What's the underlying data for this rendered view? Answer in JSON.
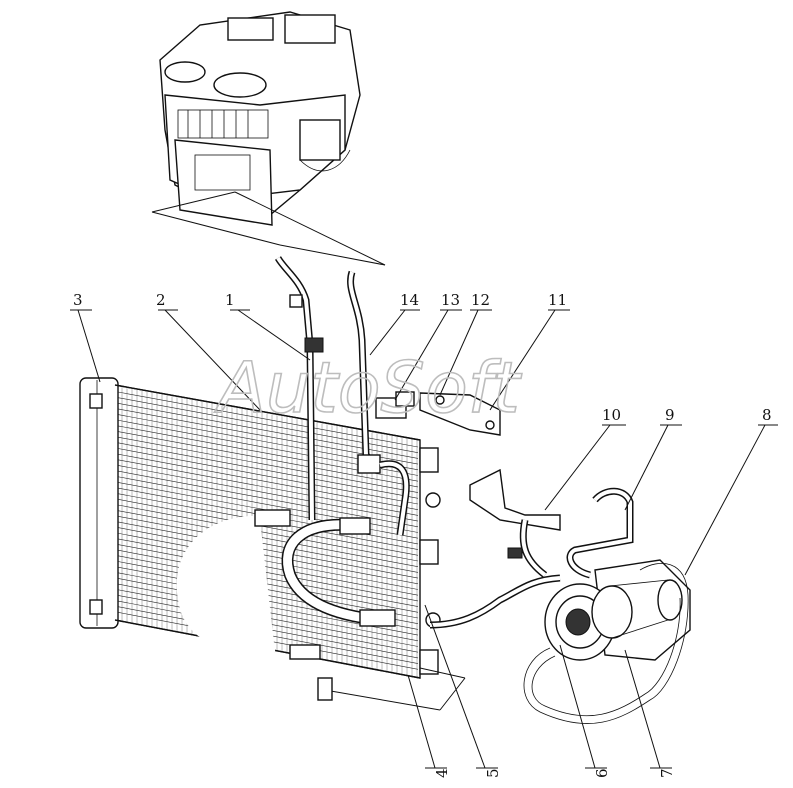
{
  "watermark": {
    "text": "AutoSoft"
  },
  "callouts": [
    {
      "id": "c1",
      "text": "1"
    },
    {
      "id": "c2",
      "text": "2"
    },
    {
      "id": "c3",
      "text": "3"
    },
    {
      "id": "c4",
      "text": "4"
    },
    {
      "id": "c5",
      "text": "5"
    },
    {
      "id": "c6",
      "text": "6"
    },
    {
      "id": "c7",
      "text": "7"
    },
    {
      "id": "c8",
      "text": "8"
    },
    {
      "id": "c9",
      "text": "9"
    },
    {
      "id": "c10",
      "text": "10"
    },
    {
      "id": "c11",
      "text": "11"
    },
    {
      "id": "c12",
      "text": "12"
    },
    {
      "id": "c13",
      "text": "13"
    },
    {
      "id": "c14",
      "text": "14"
    }
  ]
}
